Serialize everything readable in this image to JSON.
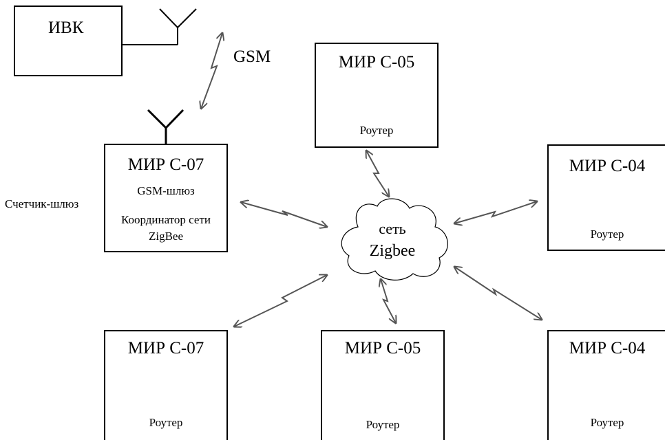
{
  "ivk": {
    "label": "ИВК"
  },
  "gsm_link": {
    "label": "GSM"
  },
  "gateway": {
    "side_label": "Счетчик-шлюз",
    "title": "МИР С-07",
    "line1": "GSM-шлюз",
    "line2": "Координатор сети",
    "line3": "ZigBee"
  },
  "cloud": {
    "line1": "сеть",
    "line2": "Zigbee"
  },
  "nodes": {
    "top_center": {
      "title": "МИР С-05",
      "role": "Роутер"
    },
    "right_upper": {
      "title": "МИР С-04",
      "role": "Роутер"
    },
    "bottom_left": {
      "title": "МИР С-07",
      "role": "Роутер"
    },
    "bottom_center": {
      "title": "МИР С-05",
      "role": "Роутер"
    },
    "bottom_right": {
      "title": "МИР С-04",
      "role": "Роутер"
    }
  }
}
